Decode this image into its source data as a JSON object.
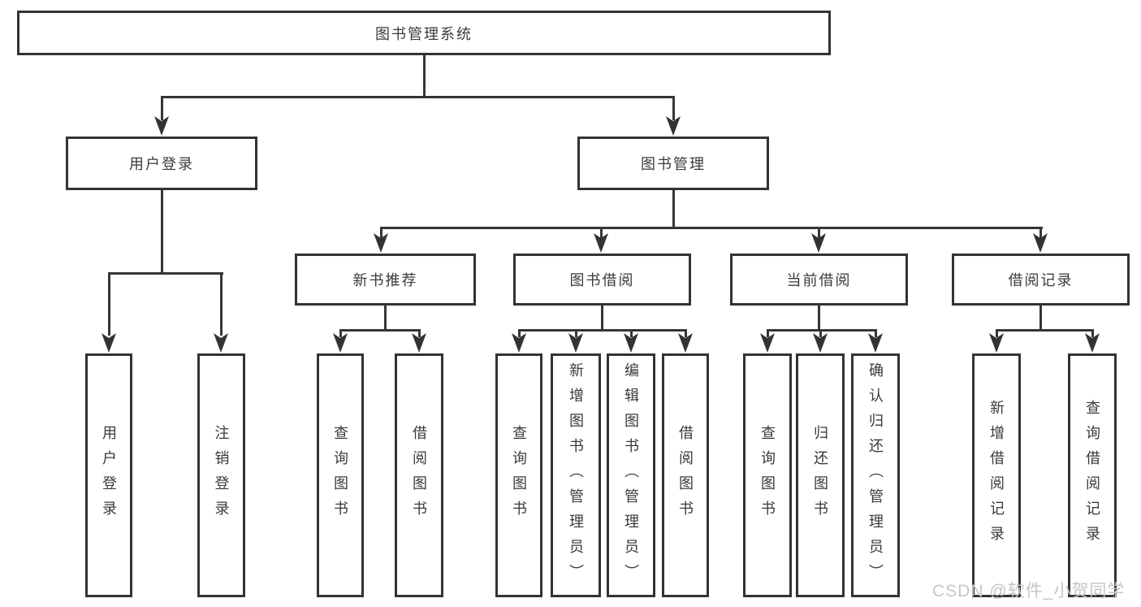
{
  "diagram": {
    "type": "tree",
    "root": {
      "label": "图书管理系统"
    },
    "branches": [
      {
        "label": "用户登录",
        "children": [
          {
            "label": "用户登录"
          },
          {
            "label": "注销登录"
          }
        ]
      },
      {
        "label": "图书管理",
        "children": [
          {
            "label": "新书推荐",
            "children": [
              {
                "label": "查询图书"
              },
              {
                "label": "借阅图书"
              }
            ]
          },
          {
            "label": "图书借阅",
            "children": [
              {
                "label": "查询图书"
              },
              {
                "label": "新增图书（管理员）"
              },
              {
                "label": "编辑图书（管理员）"
              },
              {
                "label": "借阅图书"
              }
            ]
          },
          {
            "label": "当前借阅",
            "children": [
              {
                "label": "查询图书"
              },
              {
                "label": "归还图书"
              },
              {
                "label": "确认归还（管理员）"
              }
            ]
          },
          {
            "label": "借阅记录",
            "children": [
              {
                "label": "新增借阅记录"
              },
              {
                "label": "查询借阅记录"
              }
            ]
          }
        ]
      }
    ]
  },
  "watermark": {
    "text": "CSDN @软件_小贺同学"
  },
  "colors": {
    "line": "#333333",
    "text": "#3a3a3a",
    "background": "#ffffff",
    "watermark": "#c6c6c6"
  }
}
